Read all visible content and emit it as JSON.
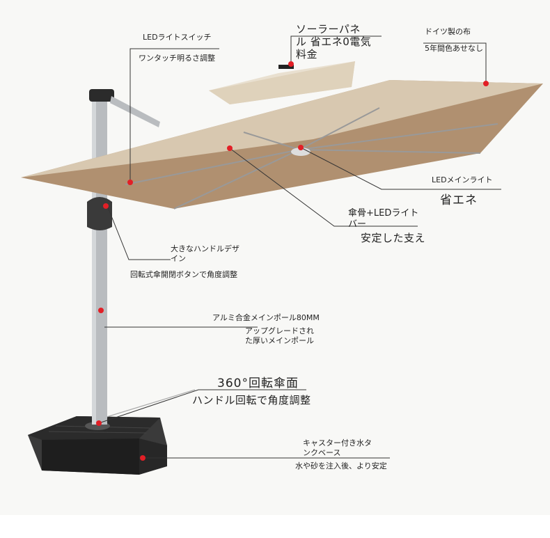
{
  "colors": {
    "canopy": "#d8c8b0",
    "canopy_under": "#b09070",
    "pole": "#b9bcbf",
    "base": "#2b2b2b",
    "dot": "#e21f26",
    "line": "#333333",
    "background": "#f8f8f6"
  },
  "callouts": {
    "led_switch_title": "LEDライトスイッチ",
    "led_switch_desc": "ワンタッチ明るさ調整",
    "solar_title": "ソーラーパネ",
    "solar_title2": "ル 省エネ0電気",
    "solar_title3": "料金",
    "fabric_title": "ドイツ製の布",
    "fabric_desc": "5年間色あせなし",
    "led_main_title": "LEDメインライト",
    "led_main_desc": "省エネ",
    "rib_title": "傘骨+LEDライト",
    "rib_title2": "バー",
    "rib_desc": "安定した支え",
    "handle_title": "大きなハンドルデザ",
    "handle_title2": "イン",
    "handle_desc": "回転式傘開閉ボタンで角度調整",
    "pole_title": "アルミ合金メインポール80MM",
    "pole_desc": "アップグレードされ",
    "pole_desc2": "た厚いメインポール",
    "rotate_title": "360°回転傘面",
    "rotate_desc": "ハンドル回転で角度調整",
    "base_title": "キャスター付き水タ",
    "base_title2": "ンクベース",
    "base_desc": "水や砂を注入後、より安定"
  }
}
